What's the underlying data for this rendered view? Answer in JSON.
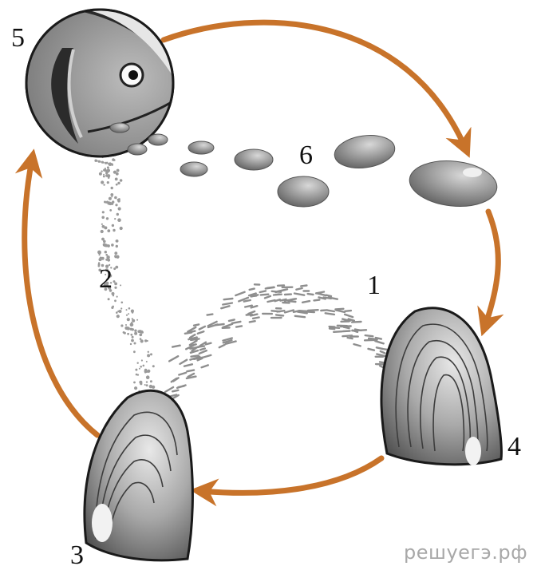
{
  "diagram": {
    "labels": {
      "one": "1",
      "two": "2",
      "three": "3",
      "four": "4",
      "five": "5",
      "six": "6"
    },
    "watermark": "решуегэ.рф",
    "colors": {
      "arrow": "#c8732a",
      "shell_light": "#dcdcdc",
      "shell_dark": "#4a4a4a",
      "pebble": "#8a8a8a",
      "outline": "#1a1a1a"
    }
  }
}
